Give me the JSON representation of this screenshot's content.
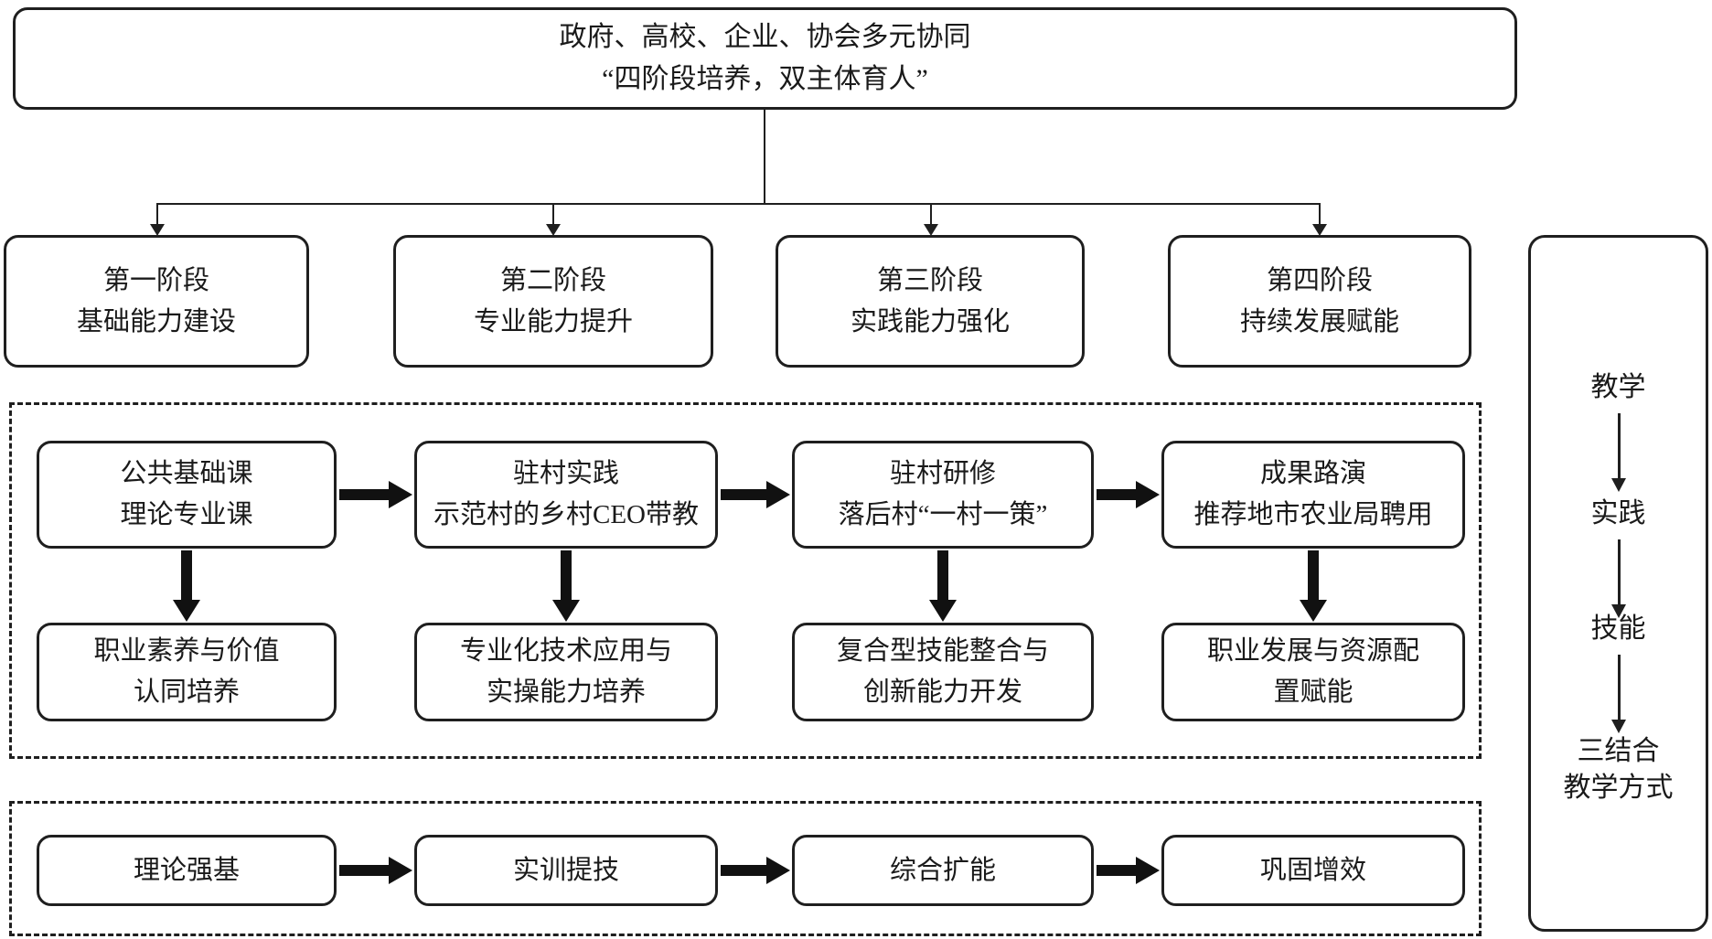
{
  "title_box": {
    "line1": "政府、高校、企业、协会多元协同",
    "line2": "“四阶段培养，双主体育人”"
  },
  "stages": [
    {
      "line1": "第一阶段",
      "line2": "基础能力建设"
    },
    {
      "line1": "第二阶段",
      "line2": "专业能力提升"
    },
    {
      "line1": "第三阶段",
      "line2": "实践能力强化"
    },
    {
      "line1": "第四阶段",
      "line2": "持续发展赋能"
    }
  ],
  "middle_section": {
    "row1": [
      {
        "line1": "公共基础课",
        "line2": "理论专业课"
      },
      {
        "line1": "驻村实践",
        "line2": "示范村的乡村CEO带教"
      },
      {
        "line1": "驻村研修",
        "line2": "落后村“一村一策”"
      },
      {
        "line1": "成果路演",
        "line2": "推荐地市农业局聘用"
      }
    ],
    "row2": [
      {
        "line1": "职业素养与价值",
        "line2": "认同培养"
      },
      {
        "line1": "专业化技术应用与",
        "line2": "实操能力培养"
      },
      {
        "line1": "复合型技能整合与",
        "line2": "创新能力开发"
      },
      {
        "line1": "职业发展与资源配",
        "line2": "置赋能"
      }
    ]
  },
  "bottom_section": {
    "boxes": [
      {
        "label": "理论强基"
      },
      {
        "label": "实训提技"
      },
      {
        "label": "综合扩能"
      },
      {
        "label": "巩固增效"
      }
    ]
  },
  "side_panel": {
    "items": [
      {
        "label": "教学"
      },
      {
        "label": "实践"
      },
      {
        "label": "技能"
      }
    ],
    "footer_line1": "三结合",
    "footer_line2": "教学方式"
  },
  "colors": {
    "line": "#1f1f1f",
    "background": "#ffffff"
  }
}
